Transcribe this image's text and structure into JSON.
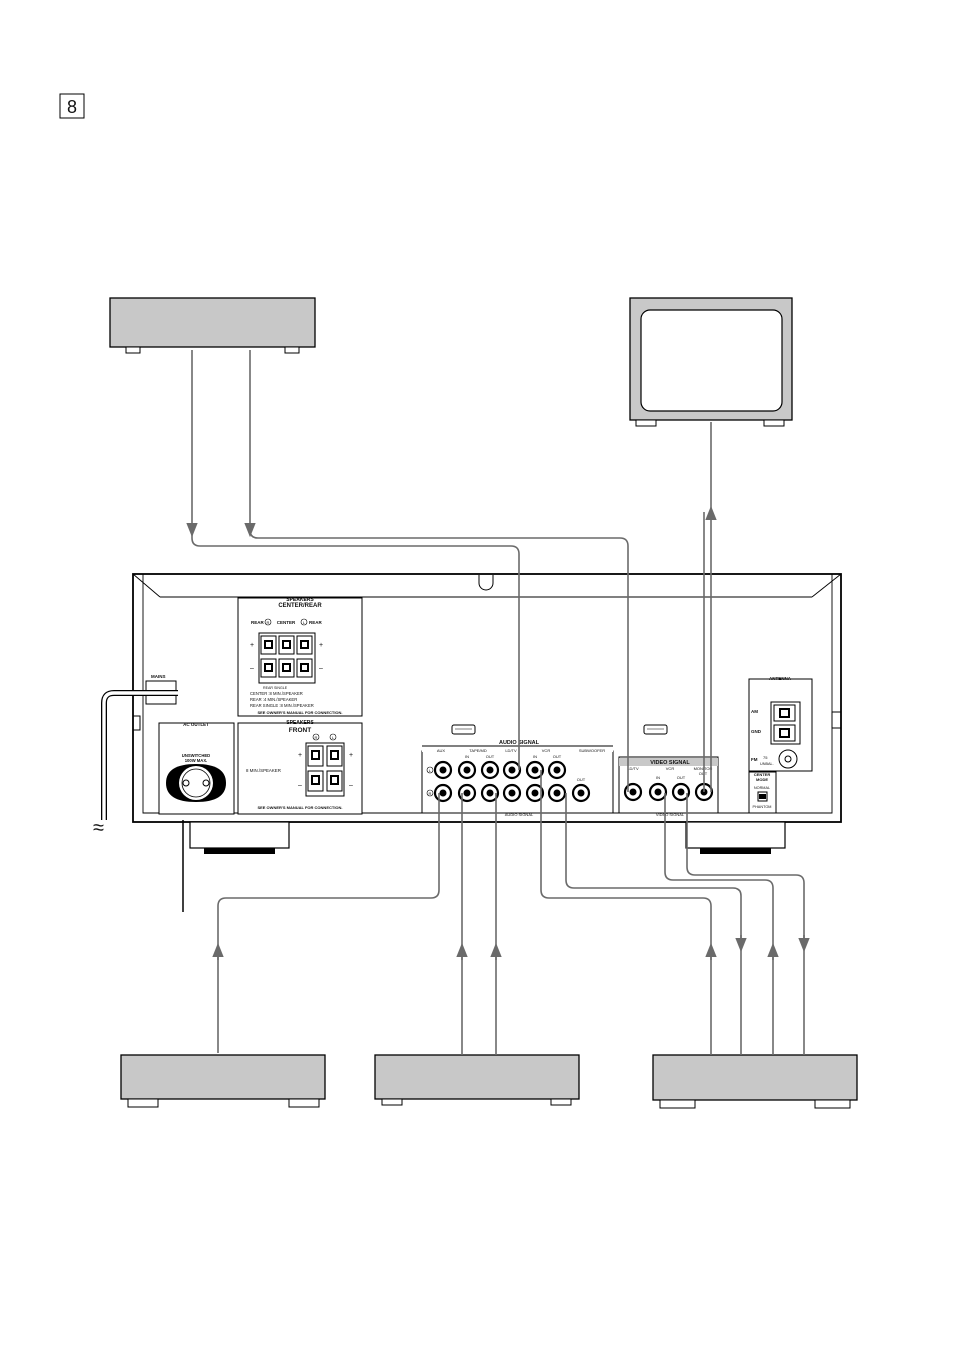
{
  "page_number": "8",
  "receiver": {
    "speakers_cr": {
      "heading": "SPEAKERS",
      "title": "CENTER/REAR",
      "rear_r": "REAR",
      "r_mark": "R",
      "center": "CENTER",
      "l_mark": "L",
      "rear_l": "REAR",
      "plus": "+",
      "minus": "–",
      "rear_single": "REAR SINGLE",
      "imp_center": "CENTER  :8    MIN./SPEAKER",
      "imp_rear": "REAR    :4    MIN./SPEAKER",
      "imp_rear_single": "REAR SINGLE :8  MIN./SPEAKER",
      "manual": "SEE OWNER'S MANUAL FOR CONNECTION."
    },
    "speakers_front": {
      "heading": "SPEAKERS",
      "title": "FRONT",
      "r_mark": "R",
      "l_mark": "L",
      "impedance": "8    MIN./SPEAKER",
      "manual": "SEE OWNER'S MANUAL FOR CONNECTION."
    },
    "mains_label": "MAINS",
    "ac_outlet": {
      "title": "AC OUTLET",
      "line1": "UNSWITCHED",
      "line2": "100W MAX."
    },
    "audio": {
      "title": "AUDIO SIGNAL",
      "bottom": "AUDIO SIGNAL",
      "aux": "AUX",
      "tape_md": "TAPE/MD",
      "ld_tv": "LD/TV",
      "vcr": "VCR",
      "subwoofer": "SUBWOOFER",
      "in1": "IN",
      "out1": "OUT",
      "in2": "IN",
      "out2": "OUT",
      "out3": "OUT",
      "l_mark": "L",
      "r_mark": "R"
    },
    "video": {
      "title": "VIDEO SIGNAL",
      "bottom": "VIDEO SIGNAL",
      "ld_tv": "LD/TV",
      "vcr": "VCR",
      "monitor": "MONITOR",
      "in": "IN",
      "out": "OUT",
      "out2": "OUT"
    },
    "antenna": {
      "title": "ANTENNA",
      "am": "AM",
      "gnd": "GND",
      "fm": "FM",
      "ohm": "75",
      "unbal": "UNBAL."
    },
    "center_mode": {
      "title1": "CENTER",
      "title2": "MODE",
      "normal": "NORMAL",
      "phantom": "PHANTOM"
    }
  },
  "colors": {
    "line": "#000000",
    "cable": "#6a6a6a",
    "device_fill": "#c8c8c8",
    "screen_fill": "#ffffff"
  }
}
